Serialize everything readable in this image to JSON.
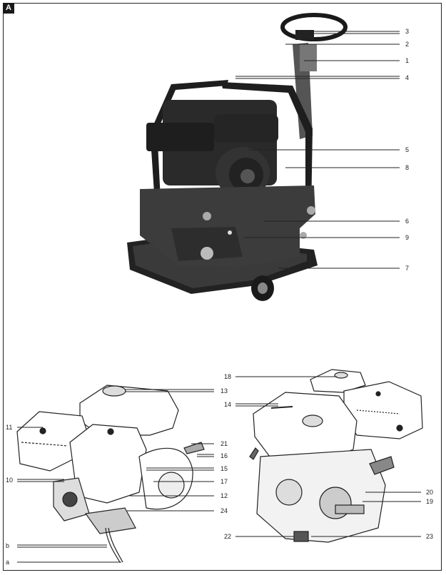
{
  "figure_tag": "A",
  "callouts_compactor": [
    "3",
    "2",
    "1",
    "4",
    "5",
    "8",
    "6",
    "9",
    "7"
  ],
  "callouts_engine_left": [
    "13",
    "11",
    "21",
    "16",
    "15",
    "10",
    "17",
    "12",
    "24",
    "b",
    "a"
  ],
  "callouts_engine_right": [
    "18",
    "14",
    "20",
    "19",
    "22",
    "23"
  ]
}
